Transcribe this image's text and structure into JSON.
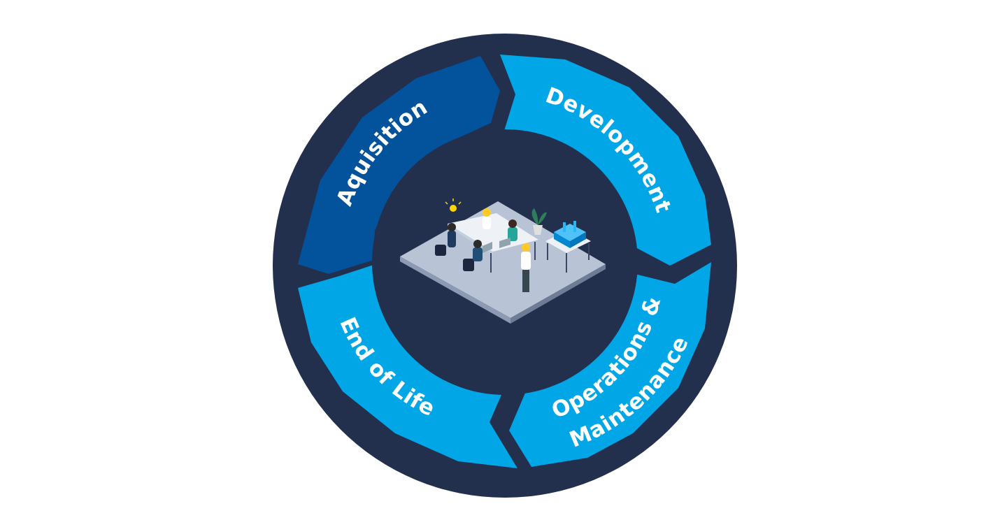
{
  "colors": {
    "background": "#ffffff",
    "ring": "#222f4d",
    "center": "#222f4d",
    "segment_dark": "#03539c",
    "segment_light": "#00a6e6",
    "label": "#ffffff"
  },
  "diagram": {
    "segments": [
      {
        "id": "aquisition",
        "label": "Aquisition",
        "color": "#03539c"
      },
      {
        "id": "development",
        "label": "Development",
        "color": "#00a6e6"
      },
      {
        "id": "operations-maintenance",
        "label": "Operations &",
        "label2": "Maintenance",
        "color": "#00a6e6"
      },
      {
        "id": "end-of-life",
        "label": "End of Life",
        "color": "#00a6e6"
      }
    ],
    "center_illustration": "office-meeting-illustration"
  }
}
